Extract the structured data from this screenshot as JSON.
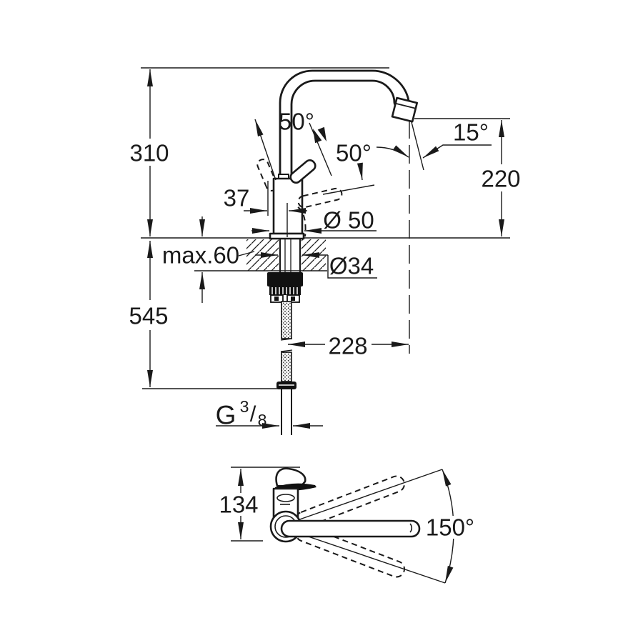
{
  "drawing": {
    "type": "faucet-installation-dimension-drawing",
    "colors": {
      "background": "#ffffff",
      "line": "#1a1a1a"
    },
    "side_view": {
      "height_above_deck": "310",
      "spout_outlet_height": "220",
      "height_below_deck": "545",
      "handle_offset": "37",
      "body_diameter": "Ø 50",
      "max_deck_thickness": "max.60",
      "hole_diameter": "Ø34",
      "spout_reach": "228",
      "handle_angle_left": "50°",
      "handle_angle_right": "50°",
      "stream_angle": "15°",
      "thread": {
        "g": "G",
        "numerator": "3",
        "slash": "/",
        "denominator": "8"
      }
    },
    "top_view": {
      "base_depth": "134",
      "swivel_range": "150°"
    }
  }
}
